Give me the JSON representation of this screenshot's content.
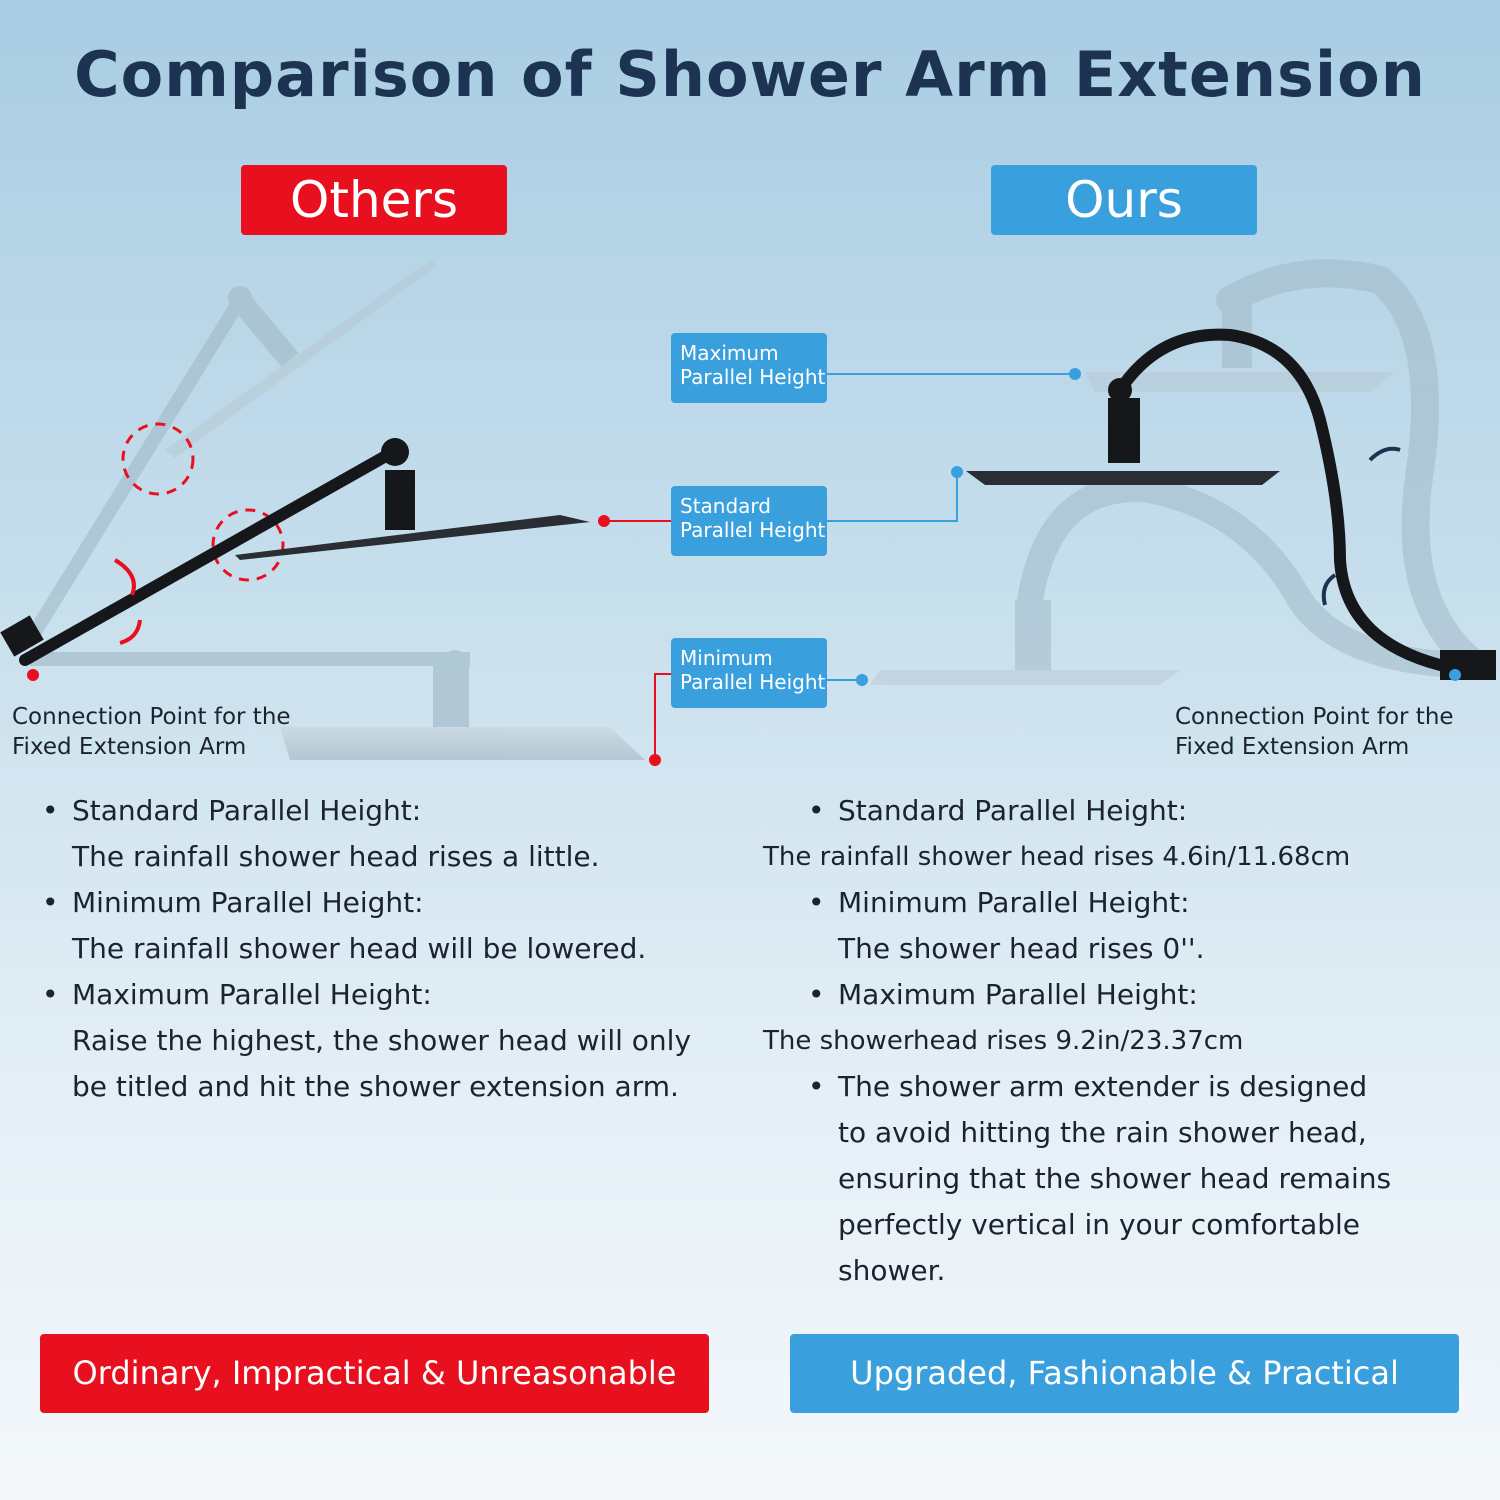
{
  "title": "Comparison of Shower Arm Extension",
  "others": {
    "tag": "Others",
    "connection_point": [
      "Connection Point for the",
      "Fixed Extension Arm"
    ],
    "items": [
      {
        "heading": "Standard Parallel Height:",
        "text": [
          "The rainfall shower head rises a little."
        ]
      },
      {
        "heading": "Minimum Parallel Height:",
        "text": [
          "The rainfall shower head will be lowered."
        ]
      },
      {
        "heading": "Maximum Parallel Height:",
        "text": [
          "Raise the highest, the shower head will only",
          "be titled and hit the shower extension arm."
        ]
      }
    ],
    "verdict": "Ordinary, Impractical & Unreasonable"
  },
  "ours": {
    "tag": "Ours",
    "connection_point": [
      "Connection Point for the",
      "Fixed Extension Arm"
    ],
    "items": [
      {
        "heading": "Standard Parallel Height:",
        "text": [
          "The rainfall shower head rises 4.6in/11.68cm"
        ]
      },
      {
        "heading": "Minimum Parallel Height:",
        "text": [
          "The shower head rises 0''."
        ]
      },
      {
        "heading": "Maximum Parallel Height:",
        "text": [
          "The showerhead rises 9.2in/23.37cm"
        ]
      },
      {
        "heading": "The shower arm extender is designed",
        "text": [
          "to avoid hitting the rain shower head,",
          "ensuring that the shower head remains",
          "perfectly vertical in your comfortable",
          "shower."
        ]
      }
    ],
    "verdict": "Upgraded, Fashionable & Practical"
  },
  "height_labels": {
    "maximum": [
      "Maximum",
      "Parallel Height"
    ],
    "standard": [
      "Standard",
      "Parallel Height"
    ],
    "minimum": [
      "Minimum",
      "Parallel Height"
    ]
  },
  "colors": {
    "title": "#1d3352",
    "red": "#e8101e",
    "blue": "#3aa0dd",
    "arm_black": "#15171b",
    "ghost": "#9fb6c4"
  }
}
